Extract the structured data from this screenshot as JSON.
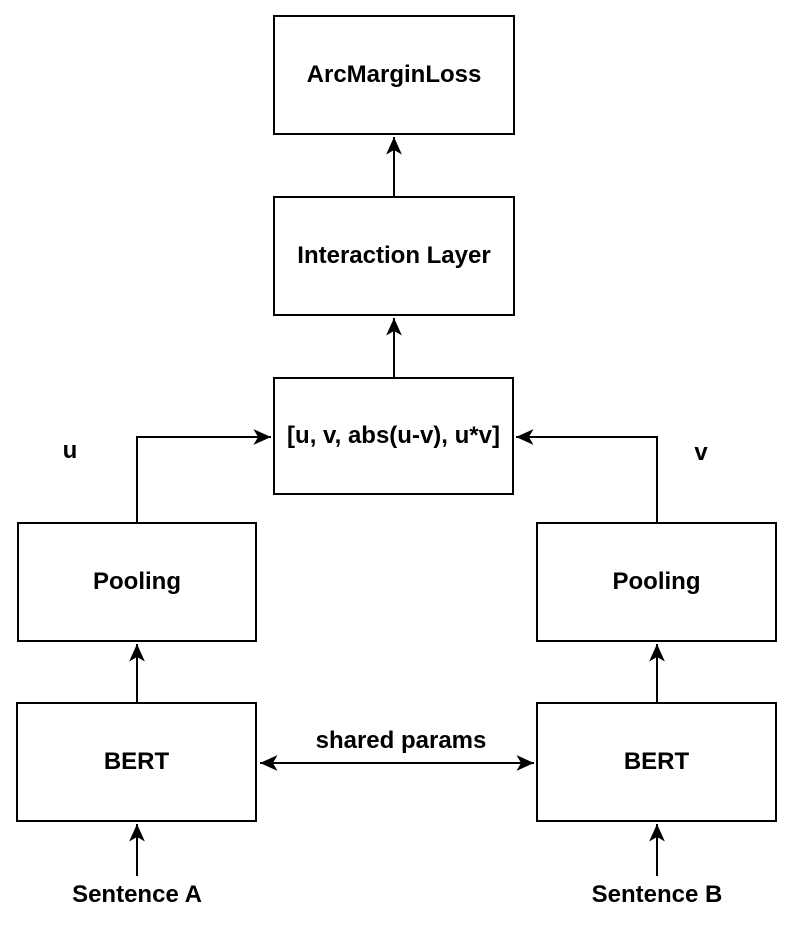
{
  "nodes": {
    "arc_margin_loss": {
      "label": "ArcMarginLoss"
    },
    "interaction_layer": {
      "label": "Interaction Layer"
    },
    "concat": {
      "label": "[u, v, abs(u-v), u*v]"
    },
    "pooling_left": {
      "label": "Pooling"
    },
    "pooling_right": {
      "label": "Pooling"
    },
    "bert_left": {
      "label": "BERT"
    },
    "bert_right": {
      "label": "BERT"
    }
  },
  "labels": {
    "u": "u",
    "v": "v",
    "sentence_a": "Sentence A",
    "sentence_b": "Sentence B",
    "shared_params": "shared params"
  },
  "colors": {
    "stroke": "#000000",
    "box_fill": "#ffffff",
    "background": "#ffffff",
    "text": "#000000"
  }
}
